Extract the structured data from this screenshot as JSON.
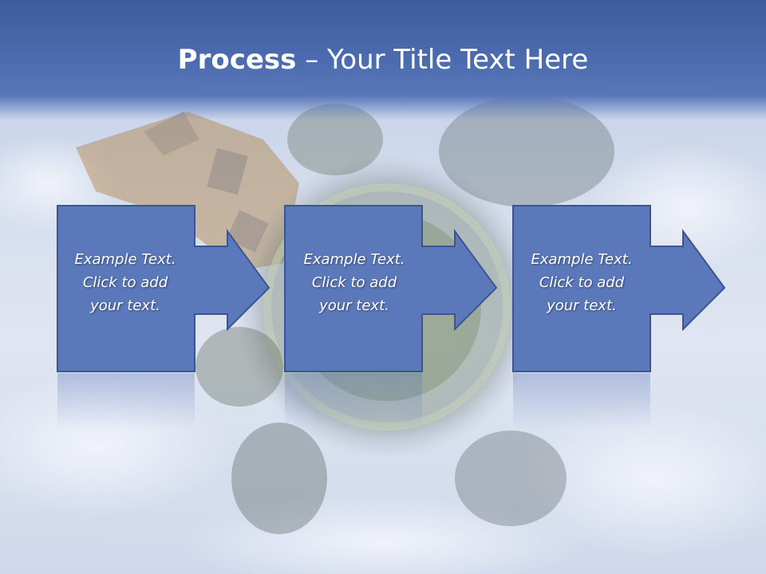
{
  "slide": {
    "title_bold": "Process",
    "title_dash": "–",
    "title_rest": "Your Title Text Here"
  },
  "steps": [
    {
      "line1": "Example Text.",
      "line2": "Click  to add",
      "line3": "your text."
    },
    {
      "line1": "Example Text.",
      "line2": "Click  to add",
      "line3": "your text."
    },
    {
      "line1": "Example Text.",
      "line2": "Click  to add",
      "line3": "your text."
    }
  ],
  "colors": {
    "title_band": "#4e6db1",
    "step_fill": "#5b78ba",
    "step_stroke": "#3b5590",
    "text": "#ffffff"
  }
}
